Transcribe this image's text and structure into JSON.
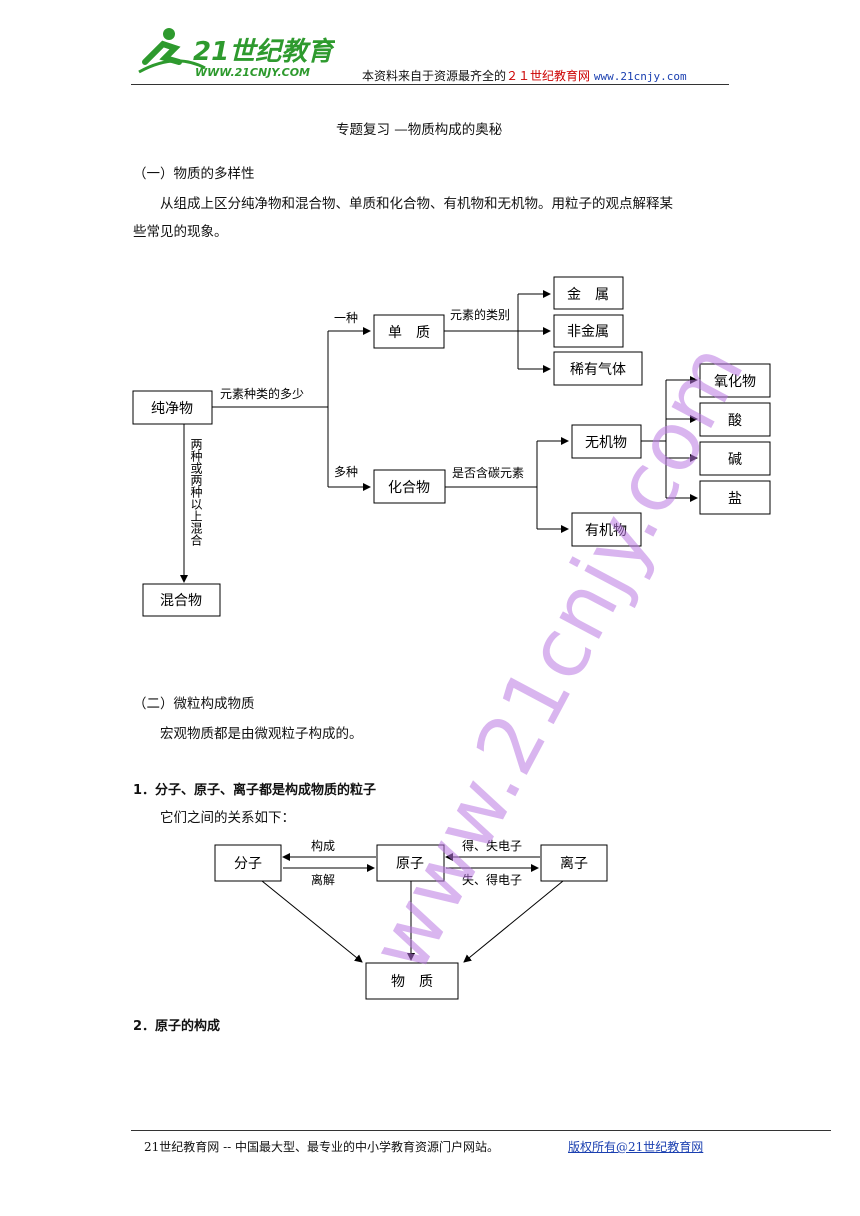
{
  "header": {
    "logo_main": "21世纪教育",
    "logo_url": "WWW.21CNJY.COM",
    "note_prefix": "本资料来自于资源最齐全的",
    "note_site": "２１世纪教育网",
    "note_url": "www.21cnjy.com"
  },
  "title": "专题复习 —物质构成的奥秘",
  "section1": {
    "heading": "（一）物质的多样性",
    "para_line1": "从组成上区分纯净物和混合物、单质和化合物、有机物和无机物。用粒子的观点解释某",
    "para_line2": "些常见的现象。"
  },
  "diagram1": {
    "pure": "纯净物",
    "mixture": "混合物",
    "simple": "单　质",
    "compound": "化合物",
    "metal": "金　属",
    "nonmetal": "非金属",
    "noble": "稀有气体",
    "inorganic": "无机物",
    "organic": "有机物",
    "oxide": "氧化物",
    "acid": "酸",
    "base": "碱",
    "salt": "盐",
    "label_kinds": "元素种类的多少",
    "label_one": "一种",
    "label_many": "多种",
    "label_elemclass": "元素的类别",
    "label_carbon": "是否含碳元素",
    "label_vertical": "两种或两种以上混合"
  },
  "section2": {
    "heading": "（二）微粒构成物质",
    "para": "宏观物质都是由微观粒子构成的。"
  },
  "point1": {
    "heading": "1．分子、原子、离子都是构成物质的粒子",
    "para": "它们之间的关系如下："
  },
  "diagram2": {
    "molecule": "分子",
    "atom": "原子",
    "ion": "离子",
    "matter": "物　质",
    "compose": "构成",
    "dissociate": "离解",
    "gain_lose": "得、失电子",
    "lose_gain": "失、得电子"
  },
  "point2": {
    "heading": "2．原子的构成"
  },
  "footer": {
    "left": "21世纪教育网 -- 中国最大型、最专业的中小学教育资源门户网站。",
    "right": "版权所有@21世纪教育网"
  },
  "watermark": "www.21cnjy.com"
}
